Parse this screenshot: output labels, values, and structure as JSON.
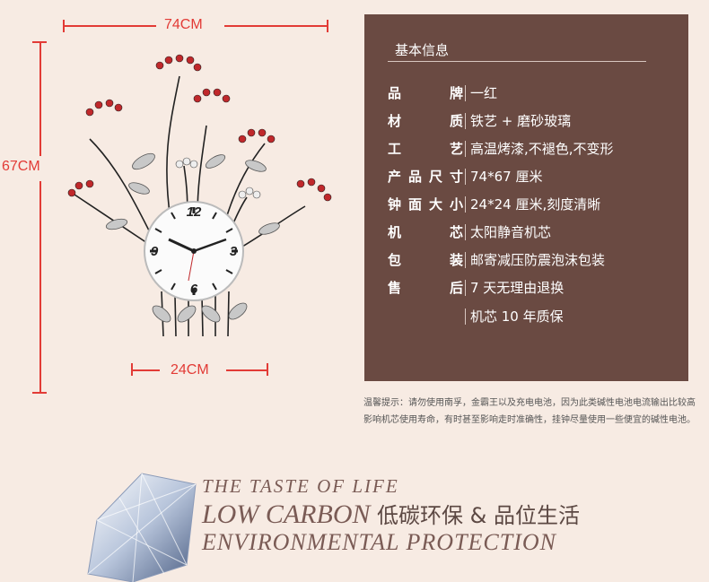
{
  "dimensions": {
    "width_label": "74CM",
    "height_label": "67CM",
    "face_label": "24CM"
  },
  "panel": {
    "title": "基本信息",
    "rows": [
      {
        "label": "品　牌",
        "value": "一红"
      },
      {
        "label": "材　质",
        "value": "铁艺 + 磨砂玻璃"
      },
      {
        "label": "工　艺",
        "value": "高温烤漆,不褪色,不变形"
      },
      {
        "label": "产品尺寸",
        "value": "74*67 厘米"
      },
      {
        "label": "钟面大小",
        "value": "24*24 厘米,刻度清晰"
      },
      {
        "label": "机　芯",
        "value": "太阳静音机芯"
      },
      {
        "label": "包　装",
        "value": "邮寄减压防震泡沫包装"
      },
      {
        "label": "售　后",
        "value": "7 天无理由退换"
      },
      {
        "label": "",
        "value": "机芯 10 年质保"
      }
    ]
  },
  "notice": "温馨提示：请勿使用南孚，金霸王以及充电电池，因为此类碱性电池电流输出比较高影响机芯使用寿命，有时甚至影响走时准确性，挂钟尽量使用一些便宜的碱性电池。",
  "tagline": {
    "line1": "THE TASTE OF LIFE",
    "line2_en": "LOW CARBON",
    "line2_cn": "低碳环保 & 品位生活",
    "line3": "ENVIRONMENTAL PROTECTION"
  },
  "clock": {
    "numbers": [
      "12",
      "3",
      "6",
      "9"
    ]
  },
  "colors": {
    "accent": "#e23b36",
    "panel": "#6a4a42",
    "background": "#f7ebe3"
  }
}
